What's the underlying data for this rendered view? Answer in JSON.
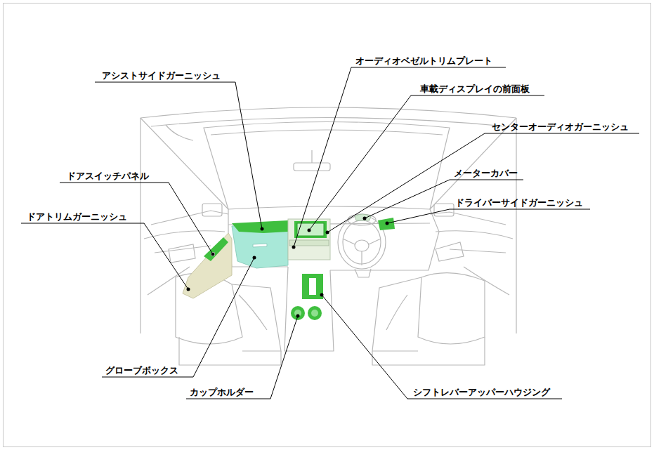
{
  "diagram": {
    "labels": [
      "オーディオベゼルトリムプレート",
      "アシストサイドガーニッシュ",
      "車載ディスプレイの前面板",
      "センターオーディオガーニッシュ",
      "ドアスイッチパネル",
      "メーターカバー",
      "ドライバーサイドガーニッシュ",
      "ドアトリムガーニッシュ",
      "グローブボックス",
      "カップホルダー",
      "シフトレバーアッパーハウジング"
    ]
  }
}
